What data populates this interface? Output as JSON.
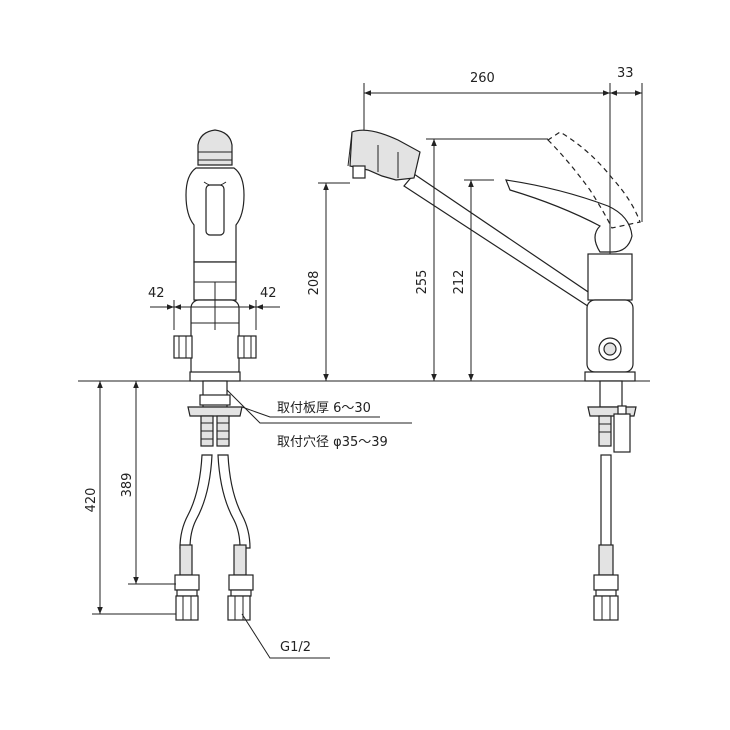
{
  "dimensions": {
    "side_spout_reach": "260",
    "side_handle_offset": "33",
    "front_left_offset": "42",
    "front_right_offset": "42",
    "spout_height": "208",
    "overall_height": "255",
    "lever_height": "212",
    "hose_total_length": "420",
    "hose_length": "389"
  },
  "notes": {
    "plate_thickness": "取付板厚 6～30",
    "hole_diameter": "取付穴径 φ35～39",
    "thread_size": "G1/2"
  }
}
